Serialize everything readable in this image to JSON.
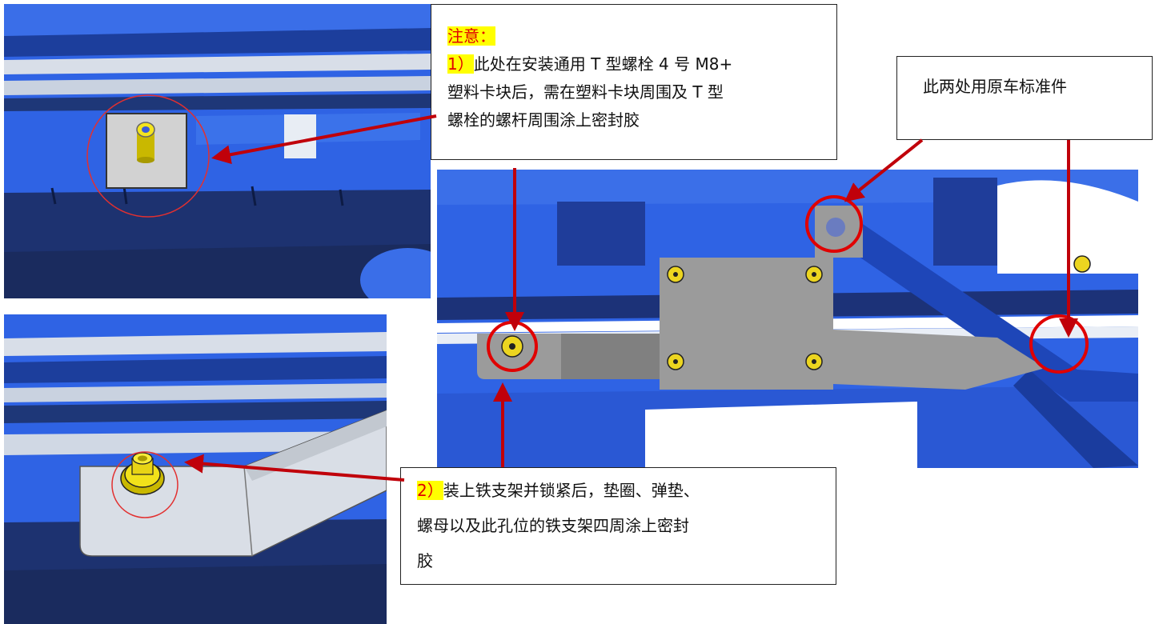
{
  "callout_top": {
    "heading": "注意：",
    "num": "1）",
    "line1_rest": "此处在安装通用 T 型螺栓 4 号 M8+",
    "line2": "塑料卡块后，需在塑料卡块周围及 T 型",
    "line3": "螺栓的螺杆周围涂上密封胶"
  },
  "callout_right": {
    "text": "此两处用原车标准件"
  },
  "callout_bottom": {
    "num": "2）",
    "line1_rest": "装上铁支架并锁紧后，垫圈、弹垫、",
    "line2": "螺母以及此孔位的铁支架四周涂上密封",
    "line3": "胶"
  },
  "colors": {
    "chassis_blue": "#2e63e6",
    "dark_blue": "#1a2f66",
    "bracket_gray": "#9d9d9d",
    "bolt_yellow": "#f2e21a",
    "arrow_red": "#c0000a",
    "highlight": "#ffff00"
  }
}
